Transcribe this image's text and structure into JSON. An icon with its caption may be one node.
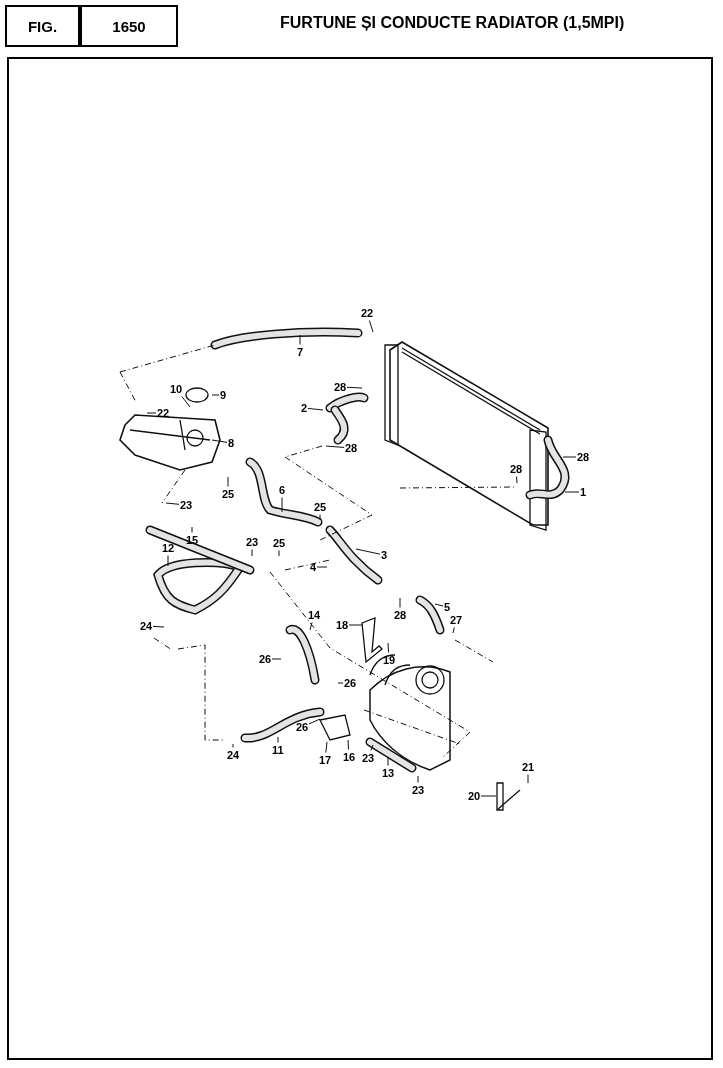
{
  "diagram": {
    "title": "FURTUNE ȘI CONDUCTE RADIATOR (1,5MPI)",
    "nodes": [
      {
        "text": [
          "22"
        ]
      },
      {
        "text": [
          "7"
        ]
      },
      {
        "text": [
          "10"
        ]
      },
      {
        "text": [
          "9"
        ]
      },
      {
        "text": [
          "22"
        ]
      },
      {
        "text": [
          "8"
        ]
      },
      {
        "text": [
          "2"
        ]
      },
      {
        "text": [
          "28"
        ]
      },
      {
        "text": [
          "28"
        ]
      },
      {
        "text": [
          "25"
        ]
      },
      {
        "text": [
          "6"
        ]
      },
      {
        "text": [
          "23"
        ]
      },
      {
        "text": [
          "15"
        ]
      },
      {
        "text": [
          "25"
        ]
      },
      {
        "text": [
          "28"
        ]
      },
      {
        "text": [
          "28"
        ]
      },
      {
        "text": [
          "1"
        ]
      },
      {
        "text": [
          "3"
        ]
      },
      {
        "text": [
          "12"
        ]
      },
      {
        "text": [
          "23"
        ]
      },
      {
        "text": [
          "25"
        ]
      },
      {
        "text": [
          "4"
        ]
      },
      {
        "text": [
          "28"
        ]
      },
      {
        "text": [
          "5"
        ]
      },
      {
        "text": [
          "27"
        ]
      },
      {
        "text": [
          "24"
        ]
      },
      {
        "text": [
          "14"
        ]
      },
      {
        "text": [
          "18"
        ]
      },
      {
        "text": [
          "19"
        ]
      },
      {
        "text": [
          "26"
        ]
      },
      {
        "text": [
          "26"
        ]
      },
      {
        "text": [
          "26"
        ]
      },
      {
        "text": [
          "24"
        ]
      },
      {
        "text": [
          "11"
        ]
      },
      {
        "text": [
          "17"
        ]
      },
      {
        "text": [
          "16"
        ]
      },
      {
        "text": [
          "23"
        ]
      },
      {
        "text": [
          "13"
        ]
      },
      {
        "text": [
          "23"
        ]
      },
      {
        "text": [
          "20"
        ]
      },
      {
        "text": [
          "21"
        ]
      }
    ],
    "edges": [
      {
        "from": 0,
        "to": null,
        "arrow": "none"
      },
      {
        "from": 1,
        "to": null,
        "arrow": "none"
      },
      {
        "from": 2,
        "to": null,
        "arrow": "none"
      },
      {
        "from": 3,
        "to": null,
        "arrow": "none"
      },
      {
        "from": 4,
        "to": null,
        "arrow": "none"
      },
      {
        "from": 5,
        "to": null,
        "arrow": "none"
      },
      {
        "from": 6,
        "to": null,
        "arrow": "none"
      },
      {
        "from": 7,
        "to": null,
        "arrow": "none"
      },
      {
        "from": 8,
        "to": null,
        "arrow": "none"
      },
      {
        "from": 9,
        "to": null,
        "arrow": "none"
      },
      {
        "from": 10,
        "to": null,
        "arrow": "none"
      },
      {
        "from": 11,
        "to": null,
        "arrow": "none"
      },
      {
        "from": 12,
        "to": null,
        "arrow": "none"
      },
      {
        "from": 13,
        "to": null,
        "arrow": "none"
      },
      {
        "from": 14,
        "to": null,
        "arrow": "none"
      },
      {
        "from": 15,
        "to": null,
        "arrow": "none"
      },
      {
        "from": 16,
        "to": null,
        "arrow": "none"
      },
      {
        "from": 17,
        "to": null,
        "arrow": "none"
      },
      {
        "from": 18,
        "to": null,
        "arrow": "none"
      },
      {
        "from": 19,
        "to": null,
        "arrow": "none"
      },
      {
        "from": 20,
        "to": null,
        "arrow": "none"
      },
      {
        "from": 21,
        "to": null,
        "arrow": "none"
      },
      {
        "from": 22,
        "to": null,
        "arrow": "none"
      },
      {
        "from": 23,
        "to": null,
        "arrow": "none"
      },
      {
        "from": 24,
        "to": null,
        "arrow": "none"
      },
      {
        "from": 25,
        "to": null,
        "arrow": "none"
      },
      {
        "from": 26,
        "to": null,
        "arrow": "none"
      },
      {
        "from": 27,
        "to": null,
        "arrow": "none"
      },
      {
        "from": 28,
        "to": null,
        "arrow": "none"
      },
      {
        "from": 29,
        "to": null,
        "arrow": "none"
      },
      {
        "from": 30,
        "to": null,
        "arrow": "none"
      },
      {
        "from": 31,
        "to": null,
        "arrow": "none"
      },
      {
        "from": 32,
        "to": null,
        "arrow": "none"
      },
      {
        "from": 33,
        "to": null,
        "arrow": "none"
      },
      {
        "from": 34,
        "to": null,
        "arrow": "none"
      },
      {
        "from": 35,
        "to": null,
        "arrow": "none"
      },
      {
        "from": 36,
        "to": null,
        "arrow": "none"
      },
      {
        "from": 37,
        "to": null,
        "arrow": "none"
      },
      {
        "from": 38,
        "to": null,
        "arrow": "none"
      },
      {
        "from": 39,
        "to": null,
        "arrow": "none"
      },
      {
        "from": 40,
        "to": null,
        "arrow": "none"
      }
    ],
    "labels": [
      "FIG.",
      "1650"
    ]
  }
}
